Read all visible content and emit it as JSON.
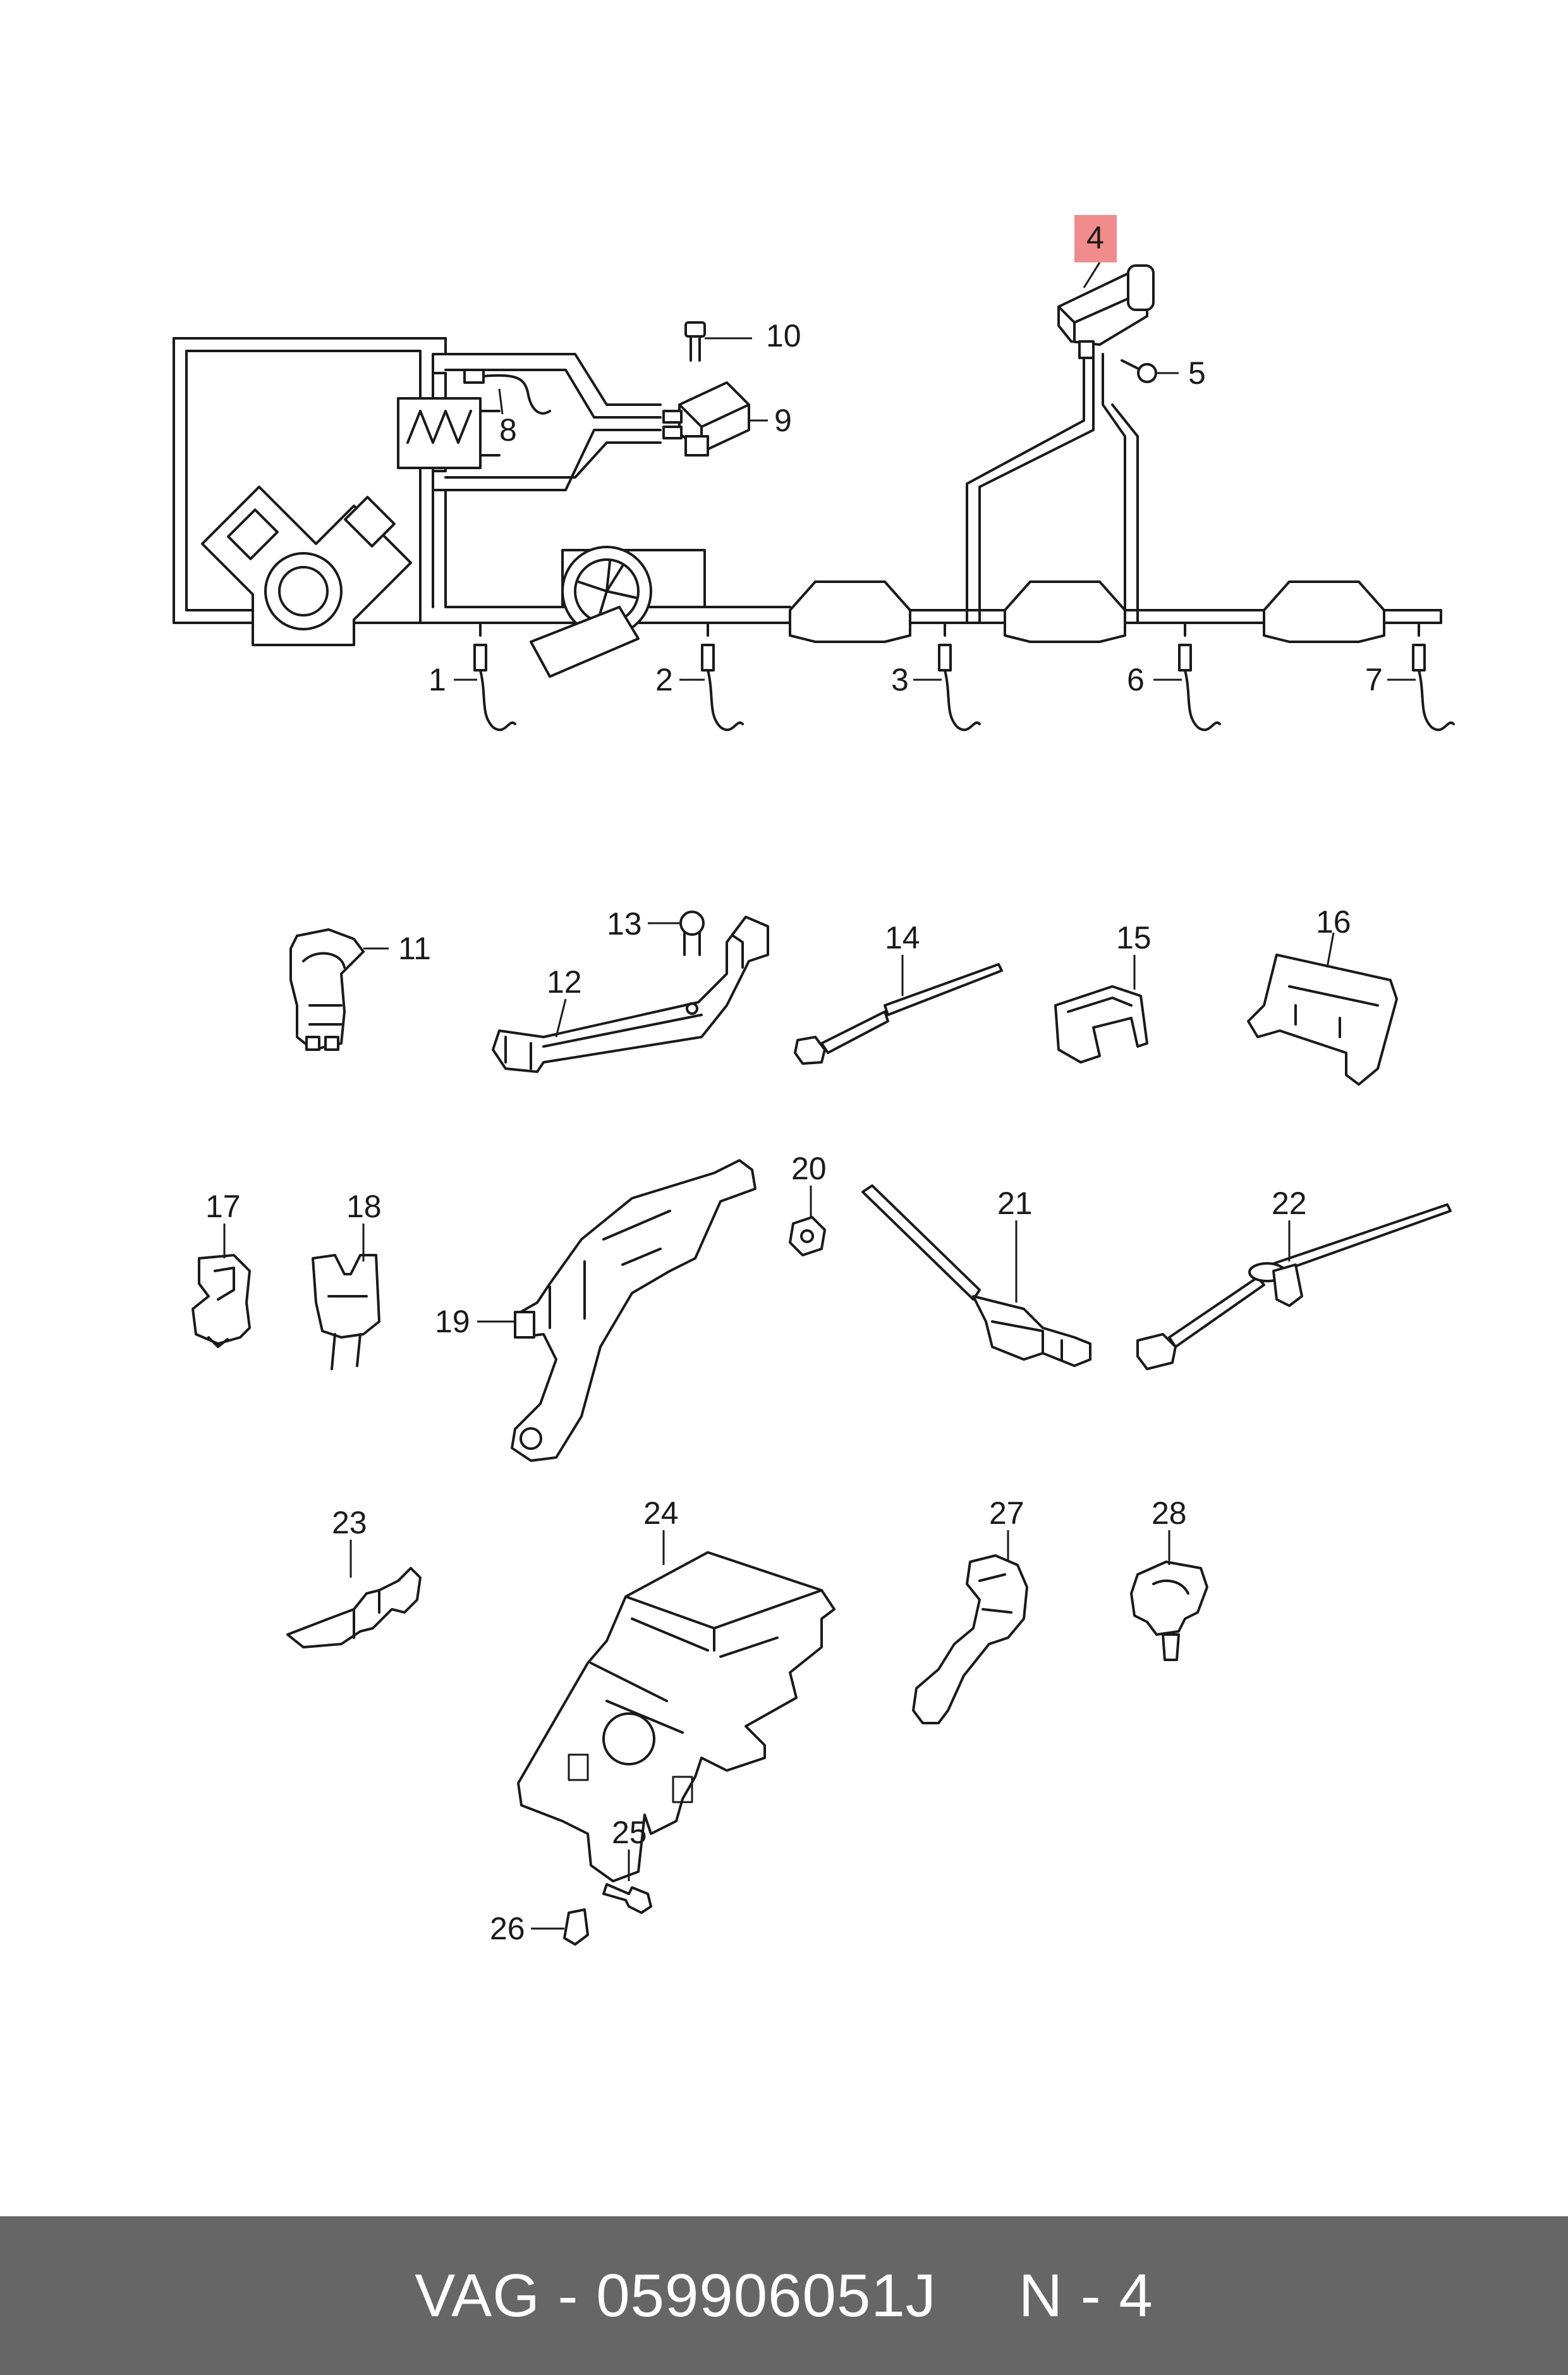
{
  "highlight_color": "#f08c8c",
  "footer": {
    "part_code": "VAG - 059906051J",
    "position": "N - 4",
    "background": "#666666"
  },
  "callouts": [
    "1",
    "2",
    "3",
    "4",
    "5",
    "6",
    "7",
    "8",
    "9",
    "10",
    "11",
    "12",
    "13",
    "14",
    "15",
    "16",
    "17",
    "18",
    "19",
    "20",
    "21",
    "22",
    "23",
    "24",
    "25",
    "26",
    "27",
    "28"
  ],
  "highlighted_callout": "4"
}
